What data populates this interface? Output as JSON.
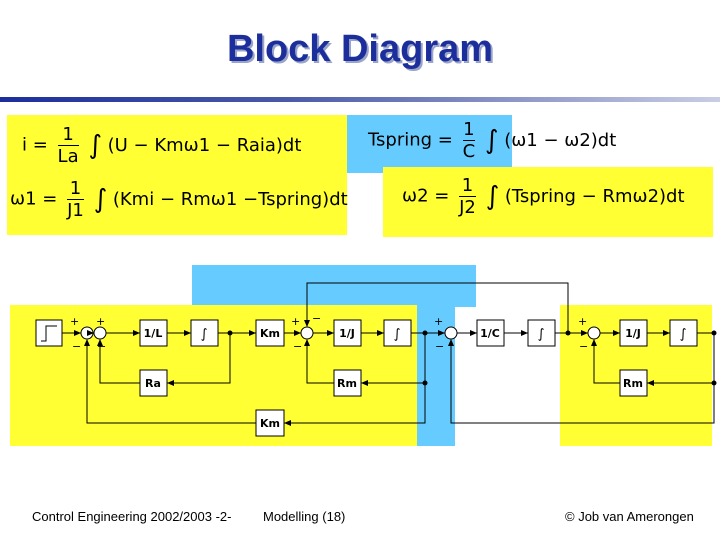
{
  "slide": {
    "title": "Block Diagram"
  },
  "equations": {
    "current": {
      "lhs": "i =",
      "num": "1",
      "den": "La",
      "body": "(U − Kmω1 − Raia)dt"
    },
    "omega1": {
      "lhs": "ω1 =",
      "num": "1",
      "den": "J1",
      "body": "(Kmi − Rmω1 −Tspring)dt"
    },
    "tspring": {
      "lhs": "Tspring =",
      "num": "1",
      "den": "C",
      "body": "(ω1 − ω2)dt"
    },
    "omega2": {
      "lhs": "ω2 =",
      "num": "1",
      "den": "J2",
      "body": "(Tspring − Rmω2)dt"
    }
  },
  "diagram": {
    "block_labels": {
      "inv_L": "1/L",
      "integrator": "∫",
      "km": "Km",
      "inv_J": "1/J",
      "inv_C": "1/C",
      "ra": "Ra",
      "rm": "Rm"
    },
    "signs": {
      "plus": "+",
      "minus": "−"
    }
  },
  "footer": {
    "left": "Control Engineering 2002/2003 -2-",
    "center": "Modelling  (18)",
    "right": "© Job van Amerongen"
  },
  "colors": {
    "yellow": "#ffff33",
    "blue": "#66ccff",
    "title": "#1c2e9c"
  }
}
